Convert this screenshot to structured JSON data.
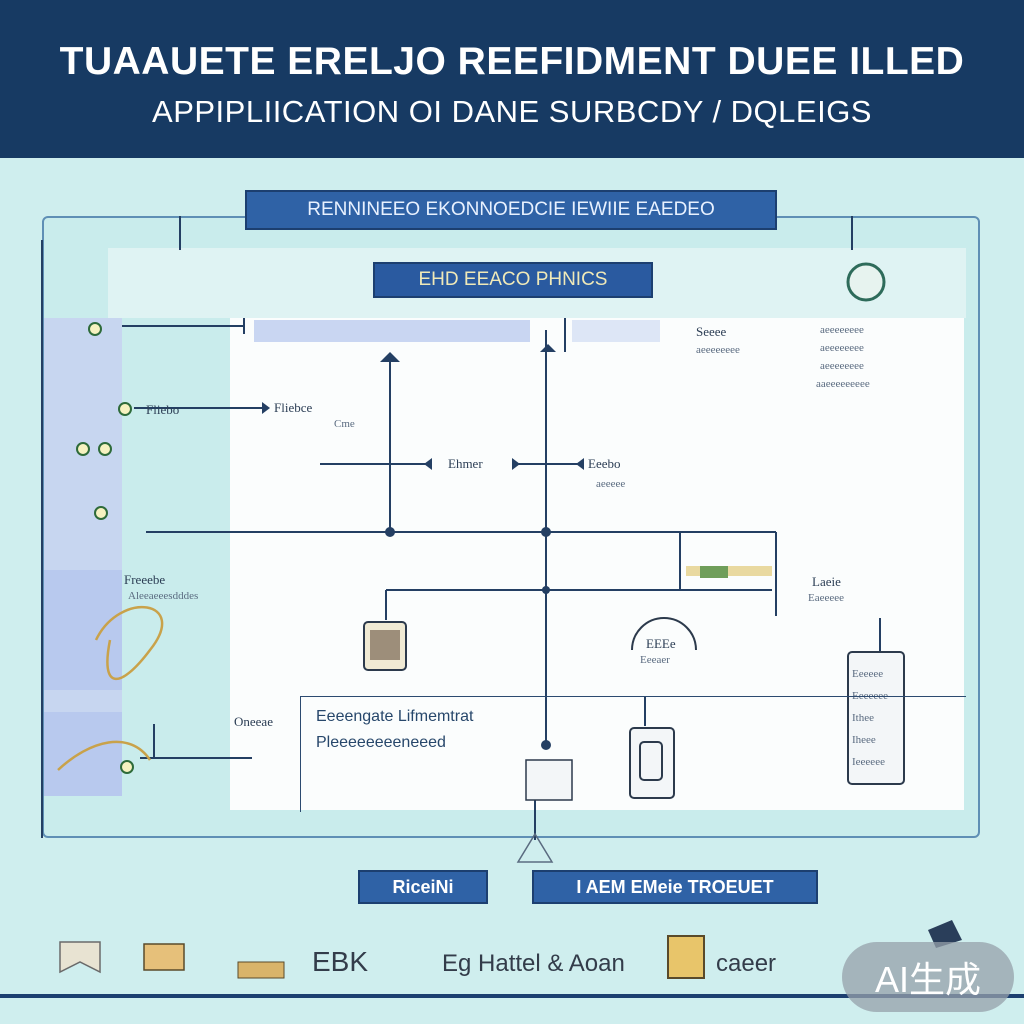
{
  "header": {
    "title": "TUAAUETE ERELJO REEFIDMENT DUEE ILLED",
    "subtitle": "APPIPLIICATION OI DANE SURBCDY / DQLEIGS"
  },
  "banners": {
    "top": "RENNINEEO EKONNOEDCIE IEWIIE EAEDEO",
    "inner": "EHD EEACO PHNICS"
  },
  "left_labels": {
    "l1": "Fliebo",
    "l2": "Freeebe",
    "l2_sub": "Aleeaeeesdddes",
    "l3": "Oneeae"
  },
  "nodes": {
    "n1": "Fliebce",
    "n1_sub": "Cme",
    "n2": "Ehmer",
    "n3": "Eeebo",
    "n3_sub": "aeeeee",
    "right_top": "Seeee",
    "right_top_sub": "aeeeeeeee",
    "right_notes": [
      "aeeeeeeee",
      "aeeeeeeee",
      "aeeeeeeee",
      "aaeeeeeeeee"
    ],
    "mid_right": "Laeie",
    "mid_right_sub": "Eaeeeee",
    "center_node": "EEEe",
    "center_node_sub": "Eeeaer",
    "right_panel": [
      "Eeeeee",
      "Eeeeeee",
      "Ithee",
      "Iheee",
      "Ieeeeee"
    ]
  },
  "note": {
    "line1": "Eeeengate Lifmemtrat",
    "line2": "Pleeeeeeeeneeed"
  },
  "bottom_buttons": {
    "left": "RiceiNi",
    "right": "I AEM EMeie TROEUET"
  },
  "footer": {
    "logo_text": "EBK",
    "middle": "Eg Hattel & Aoan",
    "right": "caeer"
  },
  "badge": "AI生成",
  "colors": {
    "header_bg": "#173a63",
    "banner": "#2f62a6",
    "background": "#cfeeee",
    "accent_gold": "#c9a24a"
  }
}
